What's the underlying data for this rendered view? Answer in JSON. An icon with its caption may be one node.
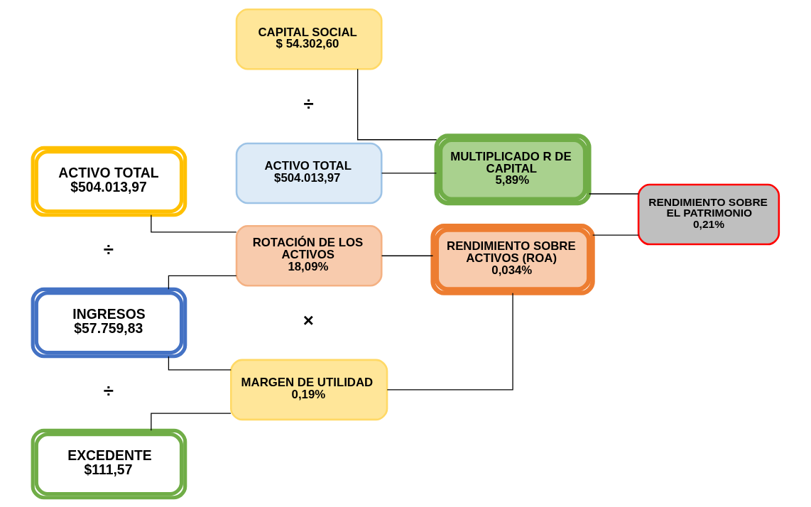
{
  "diagram": {
    "nodes": [
      {
        "text": [
          "EXCEDENTE",
          "$111,57"
        ]
      },
      {
        "text": [
          "INGRESOS",
          "$57.759,83"
        ]
      },
      {
        "text": [
          "ACTIVO TOTAL",
          "$504.013,97"
        ]
      },
      {
        "text": [
          "MARGEN DE UTILIDAD 0,19%"
        ]
      },
      {
        "text": [
          "ROTACIÓN DE LOS ACTIVOS",
          "18,09%"
        ]
      },
      {
        "text": [
          "ACTIVO TOTAL",
          "$504.013,97"
        ]
      },
      {
        "text": [
          "CAPITAL SOCIAL",
          "$ 54.302,60"
        ]
      },
      {
        "text": [
          "RENDIMIENTO SOBRE ACTIVOS (ROA) 0,034%"
        ]
      },
      {
        "text": [
          "MULTIPLICADO R DE CAPITAL",
          "5,89%"
        ]
      },
      {
        "text": [
          "RENDIMIENTO SOBRE EL PATRIMONIO",
          "0,21%"
        ]
      }
    ],
    "edges": [
      {
        "from": 0,
        "to": 3,
        "arrow": "none"
      },
      {
        "from": 1,
        "to": 3,
        "arrow": "none"
      },
      {
        "from": 1,
        "to": 4,
        "arrow": "none"
      },
      {
        "from": 2,
        "to": 4,
        "arrow": "none"
      },
      {
        "from": 3,
        "to": 7,
        "arrow": "none"
      },
      {
        "from": 4,
        "to": 7,
        "arrow": "none"
      },
      {
        "from": 5,
        "to": 8,
        "arrow": "none"
      },
      {
        "from": 6,
        "to": 8,
        "arrow": "none"
      },
      {
        "from": 7,
        "to": 9,
        "arrow": "none"
      },
      {
        "from": 8,
        "to": 9,
        "arrow": "none"
      }
    ],
    "labels": [
      "÷",
      "×",
      "÷",
      "÷"
    ]
  }
}
